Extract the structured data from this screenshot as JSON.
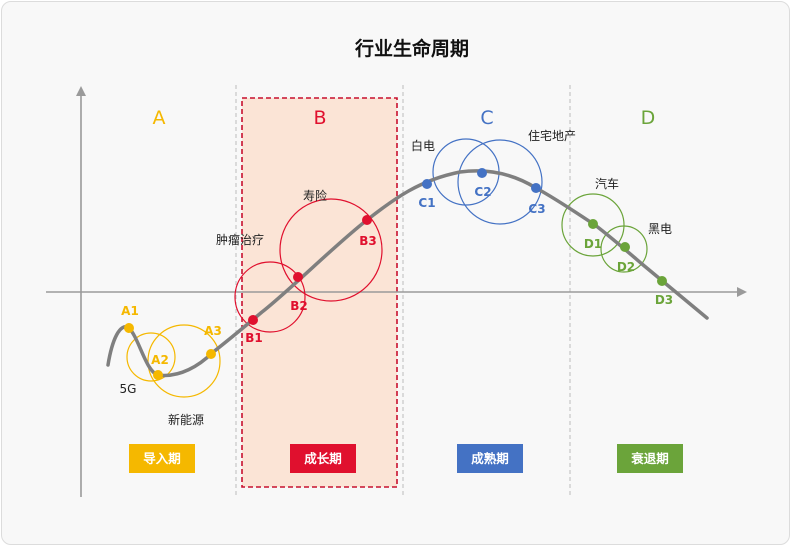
{
  "title": "行业生命周期",
  "zones": [
    {
      "key": "A",
      "letter": "A",
      "stage": "导入期",
      "color": "#F5B800"
    },
    {
      "key": "B",
      "letter": "B",
      "stage": "成长期",
      "color": "#E0102E"
    },
    {
      "key": "C",
      "letter": "C",
      "stage": "成熟期",
      "color": "#4472C4"
    },
    {
      "key": "D",
      "letter": "D",
      "stage": "衰退期",
      "color": "#6BA43A"
    }
  ],
  "industries": {
    "5g": "5G",
    "new_energy": "新能源",
    "tumor": "肿瘤治疗",
    "life_insurance": "寿险",
    "appliances": "白电",
    "real_estate": "住宅地产",
    "auto": "汽车",
    "electricity": "黑电"
  },
  "points": [
    {
      "id": "A1",
      "zone": "A"
    },
    {
      "id": "A2",
      "zone": "A"
    },
    {
      "id": "A3",
      "zone": "A"
    },
    {
      "id": "B1",
      "zone": "B"
    },
    {
      "id": "B2",
      "zone": "B"
    },
    {
      "id": "B3",
      "zone": "B"
    },
    {
      "id": "C1",
      "zone": "C"
    },
    {
      "id": "C2",
      "zone": "C"
    },
    {
      "id": "C3",
      "zone": "C"
    },
    {
      "id": "D1",
      "zone": "D"
    },
    {
      "id": "D2",
      "zone": "D"
    },
    {
      "id": "D3",
      "zone": "D"
    }
  ],
  "colors": {
    "curve": "#7F7F7F",
    "axis": "#9A9A9A",
    "divider": "#BDBDBD",
    "growth_band_fill": "#FBE4D6",
    "growth_band_border": "#C8102E"
  }
}
